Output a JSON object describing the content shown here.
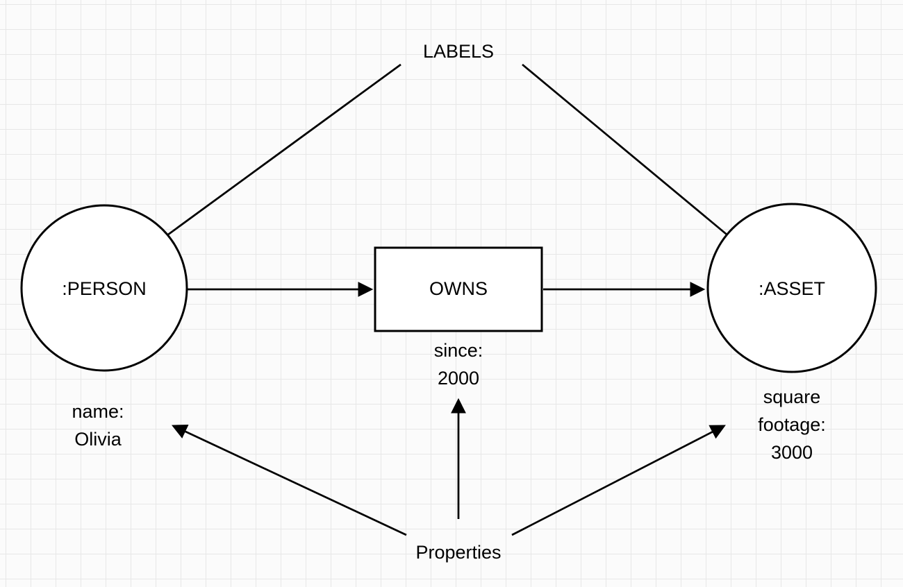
{
  "diagram": {
    "labels_heading": "LABELS",
    "properties_heading": "Properties",
    "person_node": {
      "label": ":PERSON"
    },
    "owns_relationship": {
      "label": "OWNS"
    },
    "asset_node": {
      "label": ":ASSET"
    },
    "person_properties": {
      "line1": "name:",
      "line2": "Olivia"
    },
    "owns_properties": {
      "line1": "since:",
      "line2": "2000"
    },
    "asset_properties": {
      "line1": "square",
      "line2": "footage:",
      "line3": "3000"
    }
  }
}
